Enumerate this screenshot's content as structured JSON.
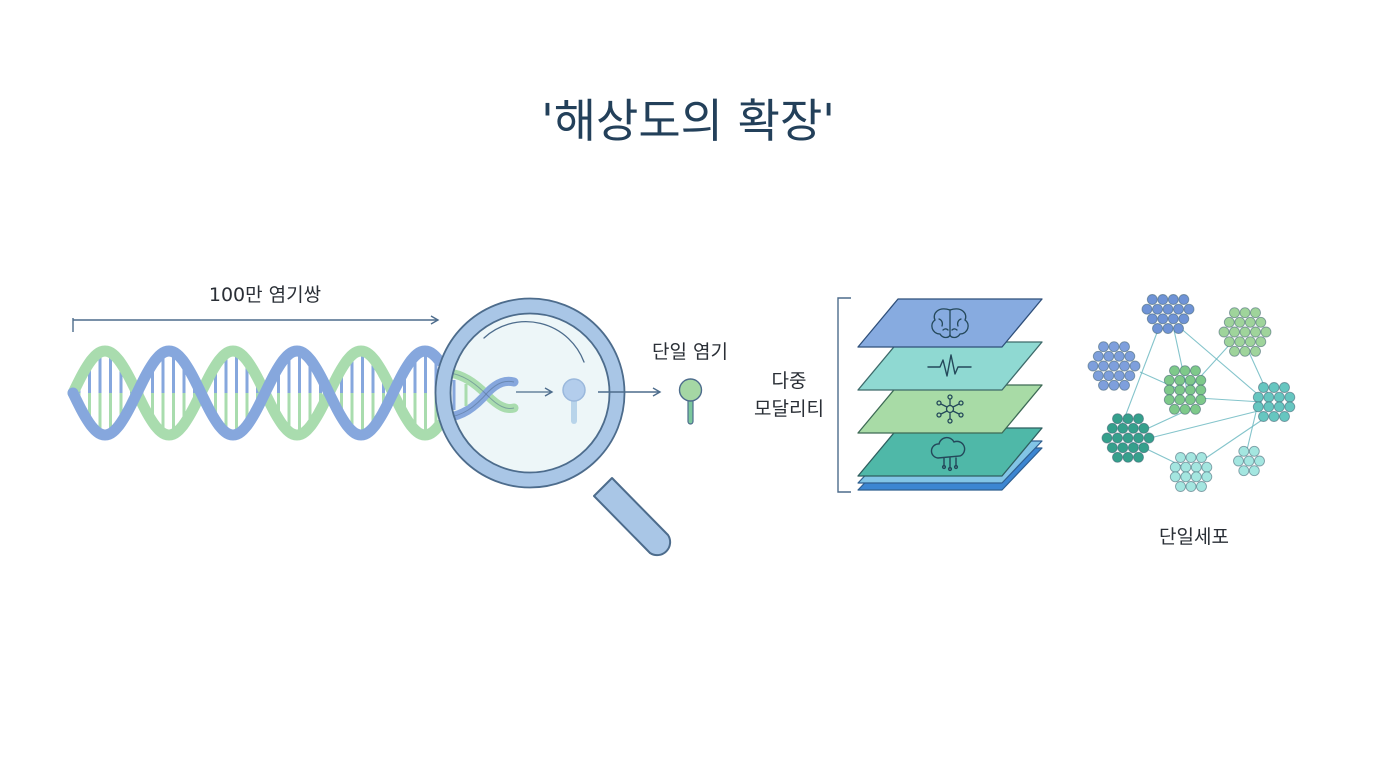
{
  "title": "'해상도의 확장'",
  "labels": {
    "million_bp": "100만 염기쌍",
    "single_base": "단일 염기",
    "multimodal_line1": "다중",
    "multimodal_line2": "모달리티",
    "single_cell": "단일세포"
  },
  "modality_layers": [
    {
      "icon": "brain-icon",
      "color": "#87abe0"
    },
    {
      "icon": "waveform-icon",
      "color": "#8fd9d2"
    },
    {
      "icon": "network-icon",
      "color": "#a8dba6"
    },
    {
      "icon": "cloud-icon",
      "color": "#4fb8a8"
    }
  ],
  "cell_clusters": [
    {
      "name": "cluster-blue-top",
      "color": "#6f93d6"
    },
    {
      "name": "cluster-blue-left",
      "color": "#7e9fdc"
    },
    {
      "name": "cluster-green-top-right",
      "color": "#9fd49b"
    },
    {
      "name": "cluster-green-center",
      "color": "#7ec98a"
    },
    {
      "name": "cluster-teal-right",
      "color": "#66c6c0"
    },
    {
      "name": "cluster-teal-left",
      "color": "#35a08c"
    },
    {
      "name": "cluster-light-teal-bottom",
      "color": "#a4e6e0"
    },
    {
      "name": "cluster-light-teal-small",
      "color": "#a4e6e0"
    }
  ],
  "colors": {
    "dna_blue": "#86a7dd",
    "dna_green": "#a9dcae",
    "lens_ring": "#a9c6e6",
    "outline": "#4d6c8c",
    "text": "#2a2f36",
    "title": "#23405a"
  }
}
